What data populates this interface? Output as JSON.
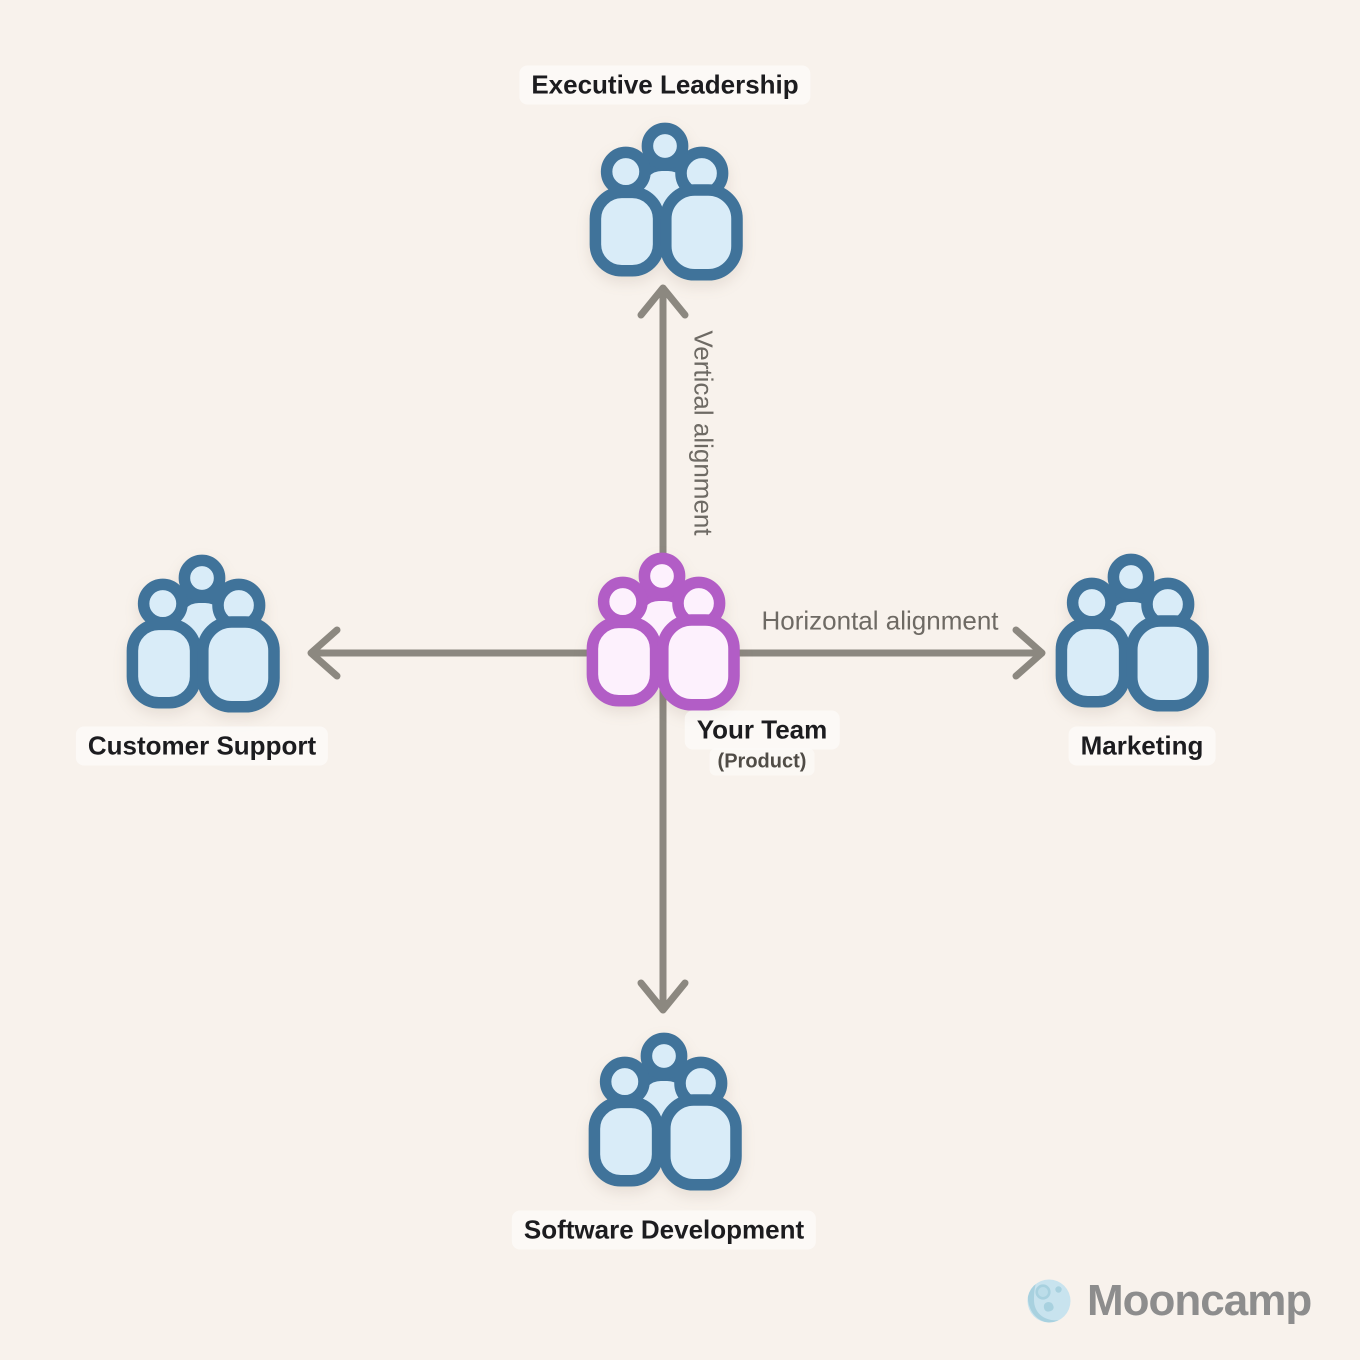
{
  "diagram": {
    "nodes": {
      "top": {
        "label": "Executive Leadership",
        "icon": "people-group-icon"
      },
      "left": {
        "label": "Customer Support",
        "icon": "people-group-icon"
      },
      "right": {
        "label": "Marketing",
        "icon": "people-group-icon"
      },
      "bottom": {
        "label": "Software Development",
        "icon": "people-group-icon"
      },
      "center": {
        "label": "Your Team",
        "sublabel": "(Product)",
        "icon": "people-group-icon"
      }
    },
    "arrows": {
      "vertical_label": "Vertical alignment",
      "horizontal_label": "Horizontal alignment"
    }
  },
  "branding": {
    "logo_text": "Mooncamp",
    "logo_icon": "moon-icon"
  },
  "colors": {
    "background": "#f8f2ec",
    "team_icon_stroke": "#40739a",
    "team_icon_fill": "#d9ecf8",
    "your_team_stroke": "#b25dc6",
    "your_team_fill": "#fdf1fd",
    "arrow": "#8c8880",
    "label_text": "#1c1c1f",
    "sublabel_text": "#504c46",
    "alignment_text": "#6e6a64",
    "logo_text_color": "#8d8d8d",
    "moon_base": "#c8e3ee",
    "moon_shade": "#a8d1df"
  }
}
